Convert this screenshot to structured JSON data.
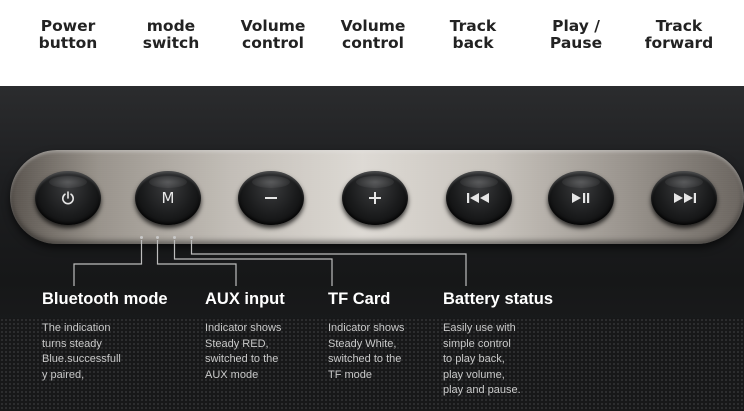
{
  "top_labels": {
    "power": "Power\nbutton",
    "mode": "mode\nswitch",
    "volume_down": "Volume\ncontrol",
    "volume_up": "Volume\ncontrol",
    "track_back": "Track\nback",
    "play_pause": "Play /\nPause",
    "track_forward": "Track\nforward"
  },
  "buttons": {
    "mode_letter": "M",
    "power_icon": "power-icon",
    "minus_icon": "minus-icon",
    "plus_icon": "plus-icon",
    "previous_icon": "previous-track-icon",
    "play_pause_icon": "play-pause-icon",
    "next_icon": "next-track-icon"
  },
  "sections": {
    "bluetooth": {
      "title": "Bluetooth mode",
      "description": "The indication\nturns steady\nBlue.successfull\ny paired,"
    },
    "aux": {
      "title": "AUX input",
      "description": "Indicator shows\nSteady RED,\nswitched to the\nAUX mode"
    },
    "tf": {
      "title": "TF Card",
      "description": "Indicator shows\nSteady White,\nswitched to the\nTF mode"
    },
    "battery": {
      "title": "Battery status",
      "description": "Easily use with\nsimple control\nto play back,\nplay volume,\nplay and pause."
    }
  },
  "colors": {
    "label_text": "#222222",
    "body_dark": "#1d1e20",
    "metal_bar": "#d9d4cd",
    "button_black": "#111111",
    "title_white": "#ffffff",
    "description_gray": "#c9c9c9",
    "connector_line": "#bdbdbd"
  }
}
